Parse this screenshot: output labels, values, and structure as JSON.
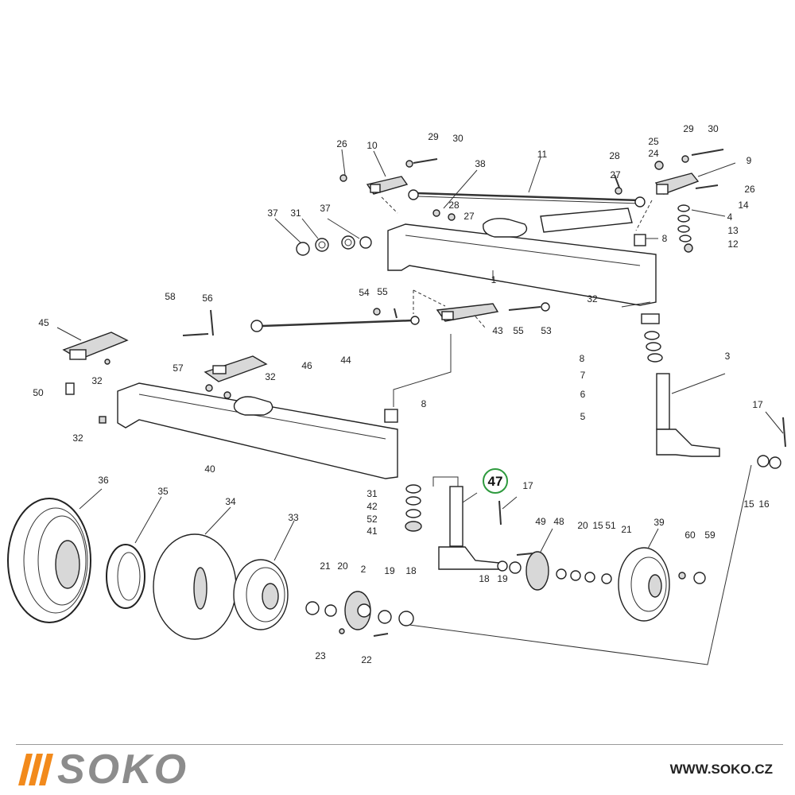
{
  "diagram": {
    "part_labels": [
      "26",
      "10",
      "29",
      "30",
      "38",
      "11",
      "28",
      "27",
      "25",
      "24",
      "29",
      "30",
      "28",
      "27",
      "9",
      "26",
      "14",
      "4",
      "13",
      "12",
      "37",
      "31",
      "37",
      "1",
      "8",
      "32",
      "54",
      "55",
      "43",
      "55",
      "53",
      "58",
      "56",
      "45",
      "32",
      "57",
      "32",
      "46",
      "44",
      "50",
      "8",
      "7",
      "6",
      "5",
      "3",
      "32",
      "40",
      "8",
      "17",
      "15",
      "16",
      "36",
      "35",
      "34",
      "33",
      "31",
      "42",
      "52",
      "41",
      "17",
      "49",
      "48",
      "20",
      "15",
      "51",
      "21",
      "39",
      "60",
      "59",
      "18",
      "19",
      "21",
      "20",
      "2",
      "19",
      "18",
      "23",
      "22",
      "28",
      "27"
    ],
    "highlighted_part": "47",
    "colors": {
      "highlight_ring": "#2e9a3e",
      "line": "#333333"
    }
  },
  "footer": {
    "brand": "SOKO",
    "url": "WWW.SOKO.CZ",
    "brand_bar_color": "#f28a1c",
    "brand_text_color": "#8c8c8c"
  }
}
